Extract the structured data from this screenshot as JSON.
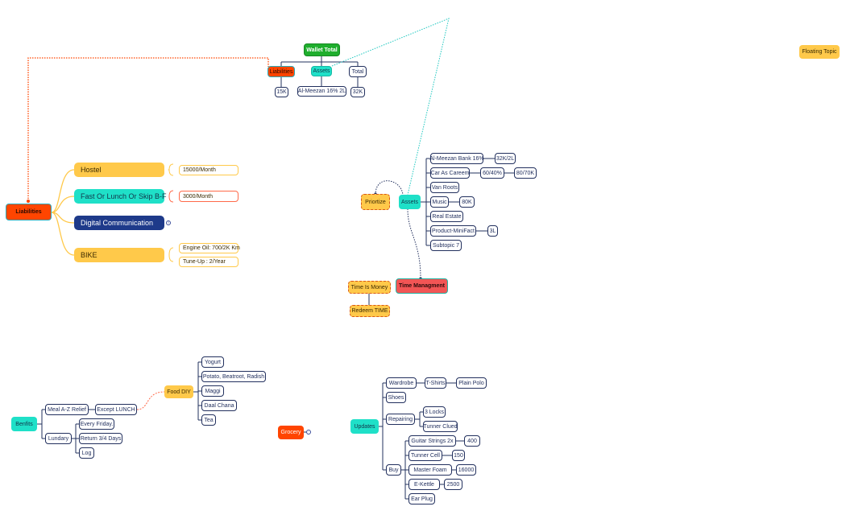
{
  "wallet": {
    "root": "Wallet Total",
    "liabilities": "Liabilities",
    "assets": "Assets",
    "total": "Total",
    "liabilities_value": "15K",
    "assets_value": "Al-Meezan 16% 2L",
    "total_value": "32K"
  },
  "floating_topic": "Floating Topic",
  "liabilities_map": {
    "root": "Liabilities",
    "items": [
      {
        "label": "Hostel",
        "note": "15000/Month"
      },
      {
        "label": "Fast Or Lunch Or Skip B-F",
        "note": "3000/Month"
      },
      {
        "label": "Digital Communication"
      },
      {
        "label": "BIKE",
        "notes": [
          "Engine Oil: 700/2K Km",
          "Tune-Up : 2/Year"
        ]
      }
    ]
  },
  "assets_map": {
    "root": "Assets",
    "prioritize": "Priortize",
    "items": [
      {
        "label": "Al-Meezan Bank 16%",
        "value": "32K/2L"
      },
      {
        "label": "Car As Careem",
        "value": "60/40%",
        "value2": "80/70K"
      },
      {
        "label": "Van Roots"
      },
      {
        "label": "Music",
        "value": "80K"
      },
      {
        "label": "Real Estate"
      },
      {
        "label": "Product-MiniFact",
        "value": "3L"
      },
      {
        "label": "Subtopic 7"
      }
    ]
  },
  "time_map": {
    "root": "Time Managment",
    "items": [
      "Time Is Money",
      "Redeem TIME"
    ]
  },
  "benefits_map": {
    "root": "Benfits",
    "meal": "Meal A-Z Relief",
    "except_lunch": "Except LUNCH",
    "laundry": "Lundary",
    "laundry_items": [
      "Every Friday.",
      "Return 3/4 Days",
      "Log"
    ],
    "food_diy": "Food DIY",
    "food_items": [
      "Yogurt",
      "Potato, Beatroot, Radish",
      "Maggi",
      "Daal Chana",
      "Tea"
    ]
  },
  "grocery": "Grocery",
  "updates_map": {
    "root": "Updates",
    "wardrobe": "Wardrobe",
    "tshirts": "T-Shirts",
    "plain_polo": "Plain Polo",
    "shoes": "Shoes",
    "repairing": "Repairing",
    "repair_items": [
      "3 Locks",
      "Tunner Clued"
    ],
    "buy": "Buy",
    "buy_items": [
      {
        "label": "Guitar Strings 2x",
        "value": "400"
      },
      {
        "label": "Tunner Cell",
        "value": "150"
      },
      {
        "label": "Master Foam",
        "value": "16000"
      },
      {
        "label": "E-Kettle",
        "value": "2500"
      },
      {
        "label": "Ear Plug"
      }
    ]
  },
  "colors": {
    "navy_line": "#22305e",
    "yellow": "#ffc94a",
    "teal": "#1fe0c8",
    "red": "#ff4500",
    "green": "#1fae2d",
    "navy": "#1e3a8a"
  }
}
